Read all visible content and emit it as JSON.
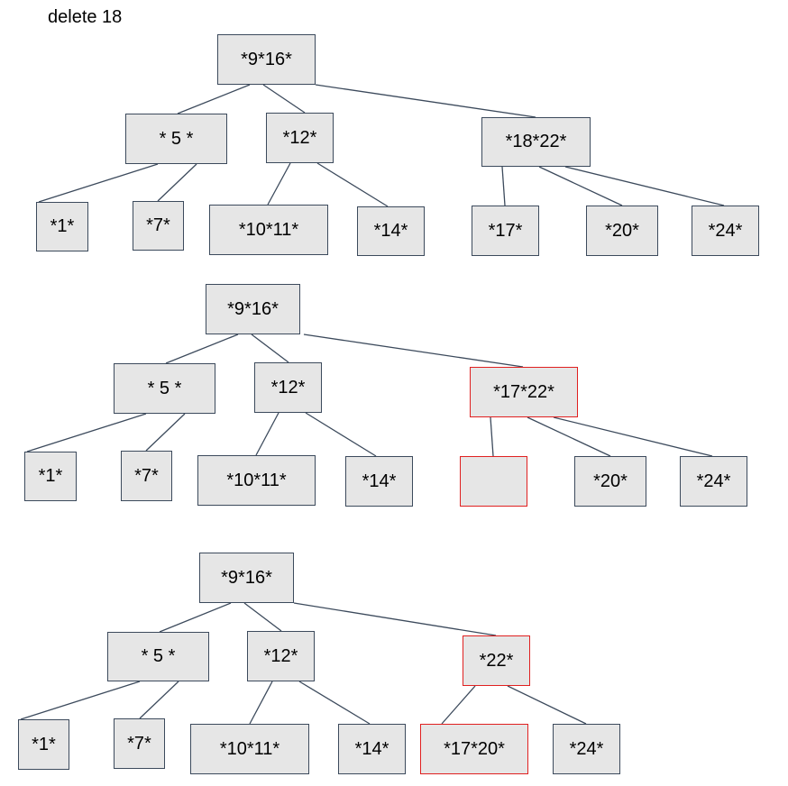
{
  "caption": "delete 18",
  "colors": {
    "node_fill": "#e6e6e6",
    "node_border": "#3c4a5c",
    "highlight_border": "#e02020",
    "edge": "#3c4a5c"
  },
  "trees": [
    {
      "nodes": {
        "root": "*9*16*",
        "left": "* 5 *",
        "mid": "*12*",
        "right": "*18*22*",
        "leaf_1": "*1*",
        "leaf_7": "*7*",
        "leaf_10_11": "*10*11*",
        "leaf_14": "*14*",
        "leaf_17": "*17*",
        "leaf_20": "*20*",
        "leaf_24": "*24*"
      }
    },
    {
      "nodes": {
        "root": "*9*16*",
        "left": "* 5 *",
        "mid": "*12*",
        "right": "*17*22*",
        "leaf_1": "*1*",
        "leaf_7": "*7*",
        "leaf_10_11": "*10*11*",
        "leaf_14": "*14*",
        "leaf_empty": "",
        "leaf_20": "*20*",
        "leaf_24": "*24*"
      },
      "highlighted": [
        "right",
        "leaf_empty"
      ]
    },
    {
      "nodes": {
        "root": "*9*16*",
        "left": "* 5 *",
        "mid": "*12*",
        "right": "*22*",
        "leaf_1": "*1*",
        "leaf_7": "*7*",
        "leaf_10_11": "*10*11*",
        "leaf_14": "*14*",
        "leaf_17_20": "*17*20*",
        "leaf_24": "*24*"
      },
      "highlighted": [
        "right",
        "leaf_17_20"
      ]
    }
  ]
}
